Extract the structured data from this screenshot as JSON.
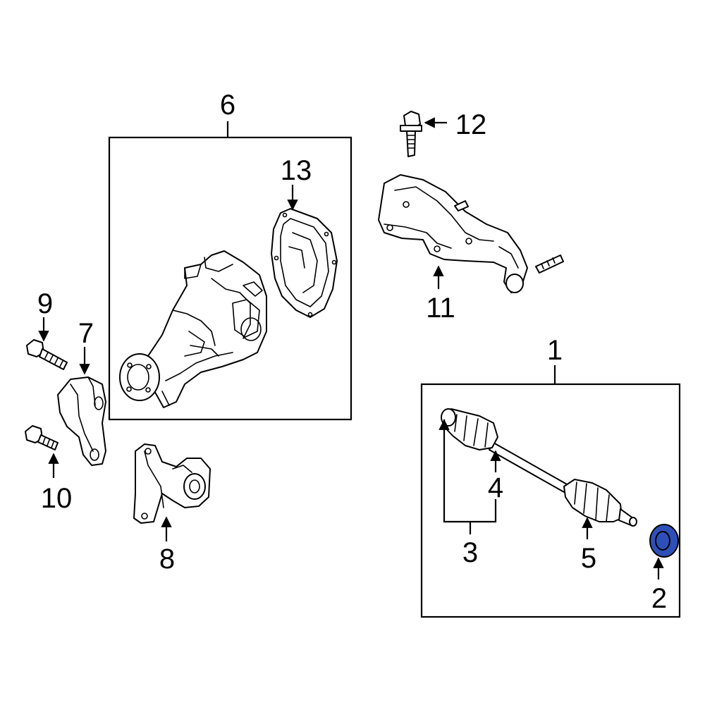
{
  "callouts": {
    "c1": "1",
    "c2": "2",
    "c3": "3",
    "c4": "4",
    "c5": "5",
    "c6": "6",
    "c7": "7",
    "c8": "8",
    "c9": "9",
    "c10": "10",
    "c11": "11",
    "c12": "12",
    "c13": "13"
  },
  "colors": {
    "highlight": "#2f4fb8",
    "line": "#000000",
    "background": "#ffffff"
  }
}
